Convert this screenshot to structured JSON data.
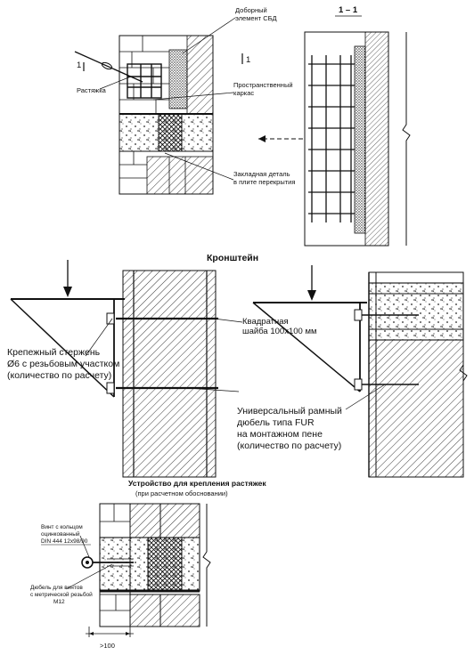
{
  "top_left": {
    "label_dobor": [
      "Доборный",
      "элемент СБД"
    ],
    "label_rastyazhka": "Растяжка",
    "label_prostr": [
      "Пространственный",
      "каркас"
    ],
    "label_zaklad": [
      "Закладная деталь",
      "в плите перекрытия"
    ],
    "section_mark": "1"
  },
  "top_right": {
    "section_title": "1 – 1"
  },
  "kronshtein": {
    "title": "Кронштейн",
    "label_kvadr": [
      "Квадратная",
      "шайба 100x100 мм"
    ],
    "label_krep": [
      "Крепежный стержень",
      "Ø6 с резьбовым участком",
      "(количество по расчету)"
    ],
    "label_univ": [
      "Универсальный рамный",
      "дюбель типа FUR",
      "на монтажном пене",
      "(количество по расчету)"
    ]
  },
  "bottom": {
    "title": "Устройство для крепления растяжек",
    "subtitle": "(при расчетном обосновании)",
    "label_vint": [
      "Винт с кольцом",
      "оцинкованный",
      "DIN 444  12x98/90"
    ],
    "label_dubel": [
      "Дюбель для винтов",
      "с метрической резьбой",
      "М12"
    ],
    "dim": ">100"
  }
}
